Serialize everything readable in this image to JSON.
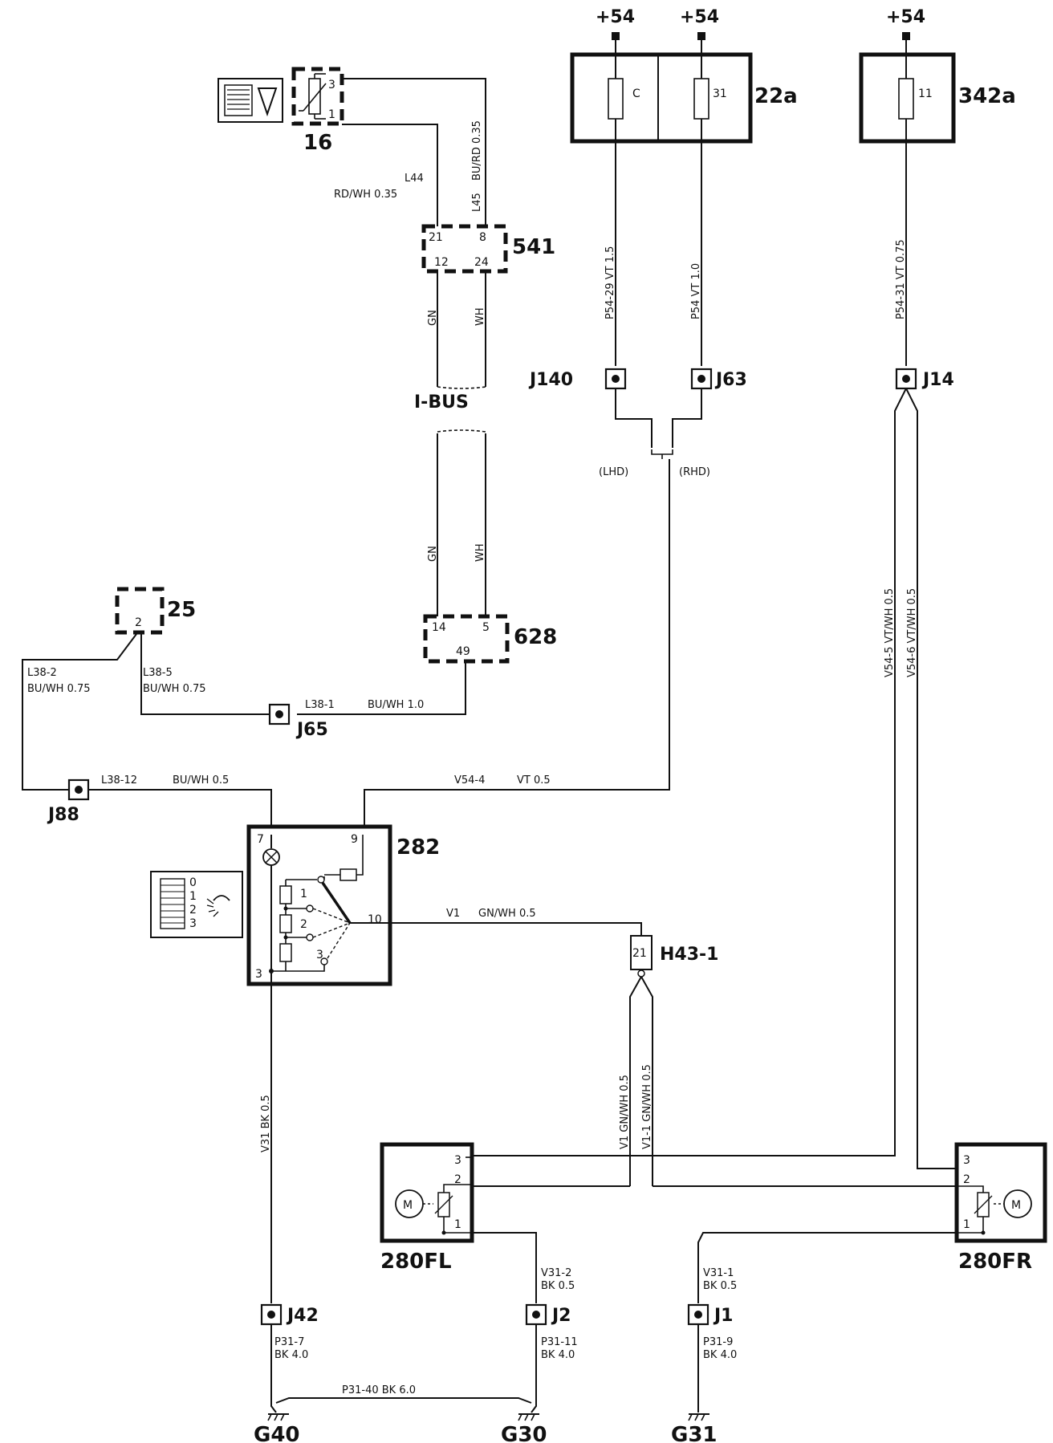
{
  "supplies": {
    "s1": "+54",
    "s2": "+54",
    "s3": "+54"
  },
  "components": {
    "c16": "16",
    "c541": "541",
    "c628": "628",
    "c25": "25",
    "c282": "282",
    "c22a": "22a",
    "c342a": "342a",
    "c280fl": "280FL",
    "c280fr": "280FR",
    "h43": "H43-1"
  },
  "junctions": {
    "j140": "J140",
    "j63": "J63",
    "j14": "J14",
    "j65": "J65",
    "j88": "J88",
    "j42": "J42",
    "j2": "J2",
    "j1": "J1"
  },
  "grounds": {
    "g40": "G40",
    "g30": "G30",
    "g31": "G31"
  },
  "fuses": {
    "fc": "C",
    "f31": "31",
    "f11": "11"
  },
  "bus": {
    "label": "I-BUS"
  },
  "lhd_rhd": {
    "lhd": "(LHD)",
    "rhd": "(RHD)"
  },
  "wires": {
    "l44": "L44",
    "l44_spec": "RD/WH 0.35",
    "l45": "L45",
    "l45_spec": "BU/RD 0.35",
    "gn": "GN",
    "wh": "WH",
    "p54_29": "P54-29   VT  1.5",
    "p54": "P54  VT  1.0",
    "p54_31": "P54-31   VT  0.75",
    "l38_2": "L38-2",
    "l38_2_spec": "BU/WH 0.75",
    "l38_5": "L38-5",
    "l38_5_spec": "BU/WH 0.75",
    "l38_1": "L38-1",
    "l38_1_spec": "BU/WH 1.0",
    "l38_12": "L38-12",
    "l38_12_spec": "BU/WH 0.5",
    "v54_4": "V54-4",
    "v54_4_spec": "VT  0.5",
    "v1": "V1",
    "v1_spec": "GN/WH 0.5",
    "v54_5": "V54-5   VT/WH 0.5",
    "v54_6": "V54-6   VT/WH 0.5",
    "v31": "V31   BK  0.5",
    "v1_vert": "V1   GN/WH 0.5",
    "v1_1": "V1-1   GN/WH 0.5",
    "v31_2": "V31-2",
    "v31_2_spec": "BK  0.5",
    "v31_1": "V31-1",
    "v31_1_spec": "BK  0.5",
    "p31_7": "P31-7",
    "p31_7_spec": "BK  4.0",
    "p31_11": "P31-11",
    "p31_11_spec": "BK  4.0",
    "p31_9": "P31-9",
    "p31_9_spec": "BK  4.0",
    "p31_40": "P31-40    BK  6.0"
  },
  "pins": {
    "p16_3": "3",
    "p16_1": "1",
    "p541_21": "21",
    "p541_8": "8",
    "p541_12": "12",
    "p541_24": "24",
    "p628_14": "14",
    "p628_5": "5",
    "p628_49": "49",
    "p25_2": "2",
    "p282_7": "7",
    "p282_9": "9",
    "p282_10": "10",
    "p282_3": "3",
    "p282_s1": "1",
    "p282_s2": "2",
    "p282_s3": "3",
    "h43_21": "21",
    "fl_3": "3",
    "fl_2": "2",
    "fl_1": "1",
    "fr_3": "3",
    "fr_2": "2",
    "fr_1": "1"
  },
  "motor": {
    "m": "M"
  },
  "switch_positions": {
    "s0": "0",
    "s1": "1",
    "s2": "2",
    "s3": "3"
  }
}
